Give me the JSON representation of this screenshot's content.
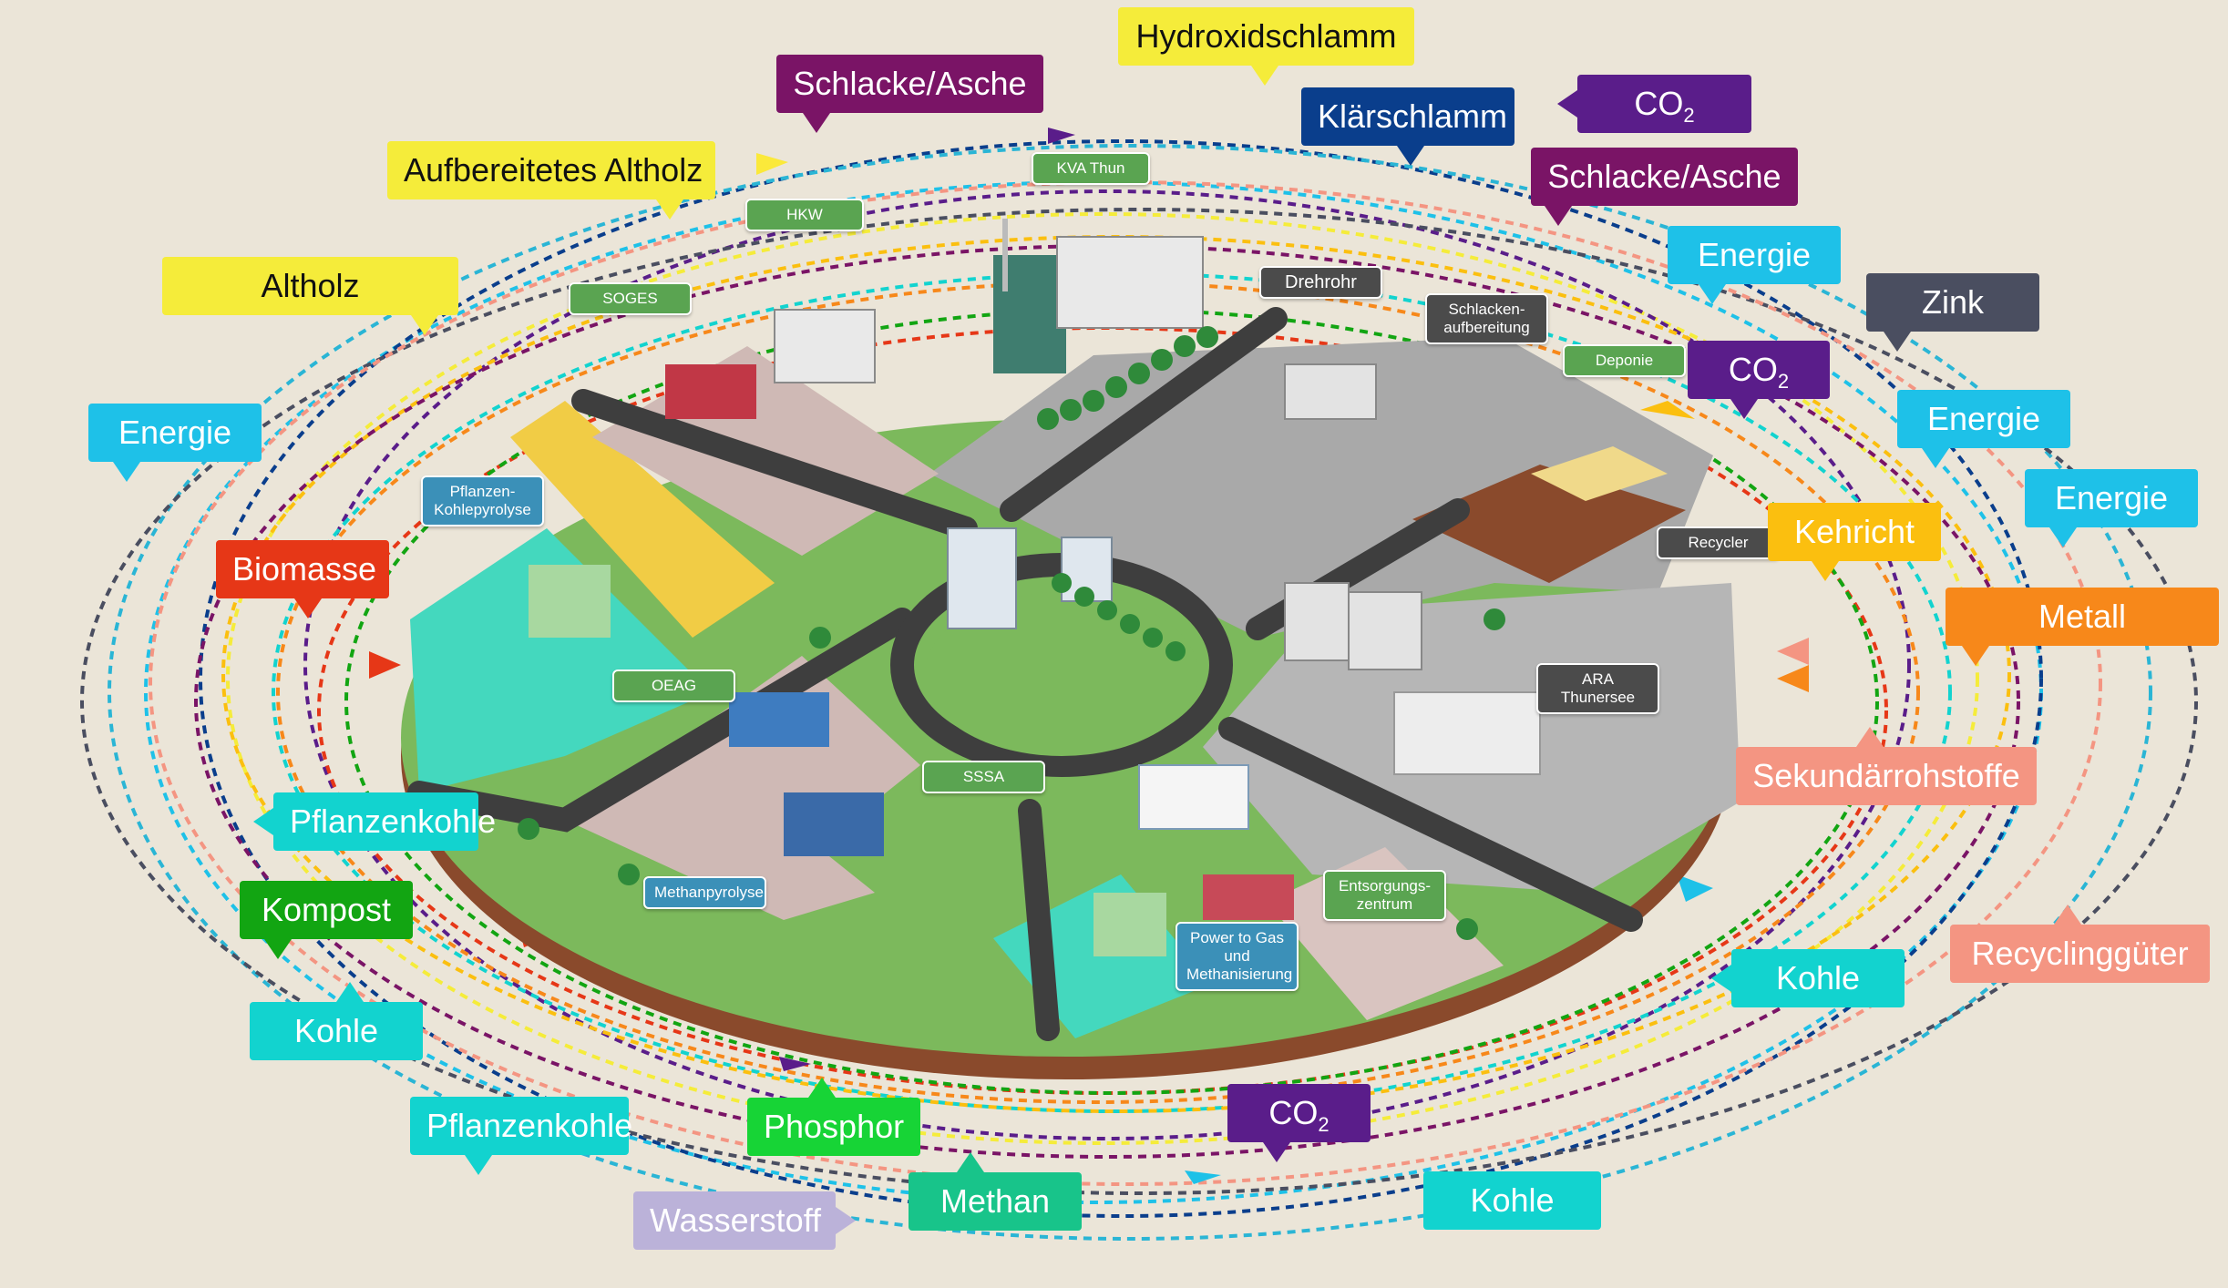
{
  "flows": {
    "hydroxidschlamm": "Hydroxidschlamm",
    "schlacke_asche_top": "Schlacke/Asche",
    "co2_top": "CO",
    "co2_top_sub": "2",
    "klaerschlamm": "Klärschlamm",
    "schlacke_asche_right": "Schlacke/Asche",
    "aufbereitetes_altholz": "Aufbereitetes Altholz",
    "altholz": "Altholz",
    "energie_1": "Energie",
    "zink": "Zink",
    "energie_left": "Energie",
    "co2_right": "CO",
    "co2_right_sub": "2",
    "energie_2": "Energie",
    "energie_3": "Energie",
    "kehricht": "Kehricht",
    "biomasse": "Biomasse",
    "metall": "Metall",
    "sekundaerrohstoffe": "Sekundärrohstoffe",
    "pflanzenkohle_left": "Pflanzenkohle",
    "kompost": "Kompost",
    "recyclinggueter": "Recyclinggüter",
    "kohle_right": "Kohle",
    "kohle_left": "Kohle",
    "co2_bottom": "CO",
    "co2_bottom_sub": "2",
    "phosphor": "Phosphor",
    "pflanzenkohle_bottom": "Pflanzenkohle",
    "methan": "Methan",
    "kohle_bottom": "Kohle",
    "wasserstoff": "Wasserstoff"
  },
  "places": {
    "kva_thun": "KVA Thun",
    "hkw": "HKW",
    "soges": "SOGES",
    "drehrohr": "Drehrohr",
    "schlackenaufbereitung_1": "Schlacken-",
    "schlackenaufbereitung_2": "aufbereitung",
    "deponie": "Deponie",
    "pflanzenkohlepyrolyse_1": "Pflanzen-",
    "pflanzenkohlepyrolyse_2": "Kohlepyrolyse",
    "recycler": "Recycler",
    "ara_1": "ARA",
    "ara_2": "Thunersee",
    "oeag": "OEAG",
    "sssa": "SSSA",
    "methanpyrolyse": "Methanpyrolyse",
    "entsorgungszentrum_1": "Entsorgungs-",
    "entsorgungszentrum_2": "zentrum",
    "p2g_1": "Power to Gas",
    "p2g_2": "und",
    "p2g_3": "Methanisierung"
  },
  "colors": {
    "background": "#ebe5d8",
    "yellow": "#f5ec3a",
    "purple_dark": "#5a1d8a",
    "magenta_dark": "#7a1466",
    "navy": "#0a3e8c",
    "cyan": "#1ec1e8",
    "slate": "#4a4e60",
    "orange": "#fbbf0f",
    "orange_deep": "#f7881a",
    "red": "#e63717",
    "salmon": "#f49582",
    "teal": "#12d3cf",
    "green": "#12a512",
    "green_light": "#17d436",
    "green_teal": "#18c48a",
    "lavender": "#bbb2d9",
    "place_green": "#5aa451",
    "place_blue": "#3b90b8",
    "place_dark": "#4b4b4b"
  }
}
